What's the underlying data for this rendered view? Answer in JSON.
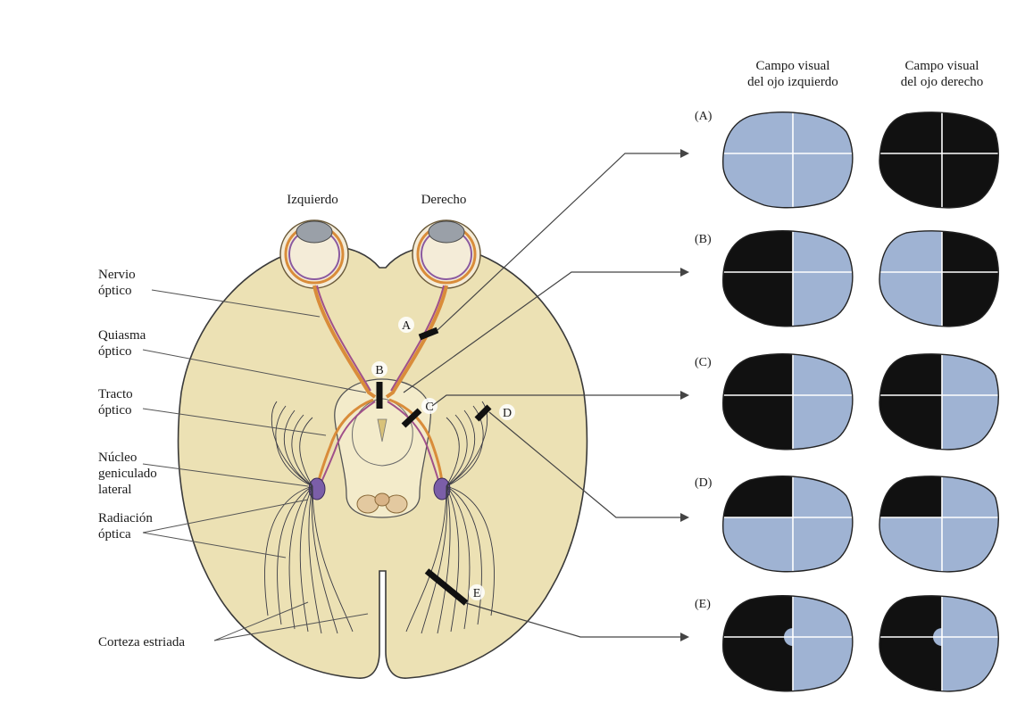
{
  "headers": {
    "left_eye": [
      "Campo visual",
      "del ojo izquierdo"
    ],
    "right_eye": [
      "Campo visual",
      "del ojo derecho"
    ]
  },
  "sides": {
    "left": "Izquierdo",
    "right": "Derecho"
  },
  "structures": {
    "optic_nerve": [
      "Nervio",
      "óptico"
    ],
    "optic_chiasm": [
      "Quiasma",
      "óptico"
    ],
    "optic_tract": [
      "Tracto",
      "óptico"
    ],
    "lgn": [
      "Núcleo",
      "geniculado",
      "lateral"
    ],
    "optic_radiation": [
      "Radiación",
      "óptica"
    ],
    "striate_cortex": "Corteza estriada"
  },
  "lesions": [
    {
      "letter": "A",
      "row_label": "(A)"
    },
    {
      "letter": "B",
      "row_label": "(B)"
    },
    {
      "letter": "C",
      "row_label": "(C)"
    },
    {
      "letter": "D",
      "row_label": "(D)"
    },
    {
      "letter": "E",
      "row_label": "(E)"
    }
  ],
  "field_colors": {
    "seen": "#9fb3d3",
    "blind": "#111111"
  },
  "visual_fields": [
    {
      "row": "A",
      "left": {
        "UL": "seen",
        "UR": "seen",
        "LL": "seen",
        "LR": "seen",
        "macula": false
      },
      "right": {
        "UL": "blind",
        "UR": "blind",
        "LL": "blind",
        "LR": "blind",
        "macula": false
      }
    },
    {
      "row": "B",
      "left": {
        "UL": "blind",
        "UR": "seen",
        "LL": "blind",
        "LR": "seen",
        "macula": false
      },
      "right": {
        "UL": "seen",
        "UR": "blind",
        "LL": "seen",
        "LR": "blind",
        "macula": false
      }
    },
    {
      "row": "C",
      "left": {
        "UL": "blind",
        "UR": "seen",
        "LL": "blind",
        "LR": "seen",
        "macula": false
      },
      "right": {
        "UL": "blind",
        "UR": "seen",
        "LL": "blind",
        "LR": "seen",
        "macula": false
      }
    },
    {
      "row": "D",
      "left": {
        "UL": "blind",
        "UR": "seen",
        "LL": "seen",
        "LR": "seen",
        "macula": false
      },
      "right": {
        "UL": "blind",
        "UR": "seen",
        "LL": "seen",
        "LR": "seen",
        "macula": false
      }
    },
    {
      "row": "E",
      "left": {
        "UL": "blind",
        "UR": "seen",
        "LL": "blind",
        "LR": "seen",
        "macula": true
      },
      "right": {
        "UL": "blind",
        "UR": "seen",
        "LL": "blind",
        "LR": "seen",
        "macula": true
      }
    }
  ]
}
